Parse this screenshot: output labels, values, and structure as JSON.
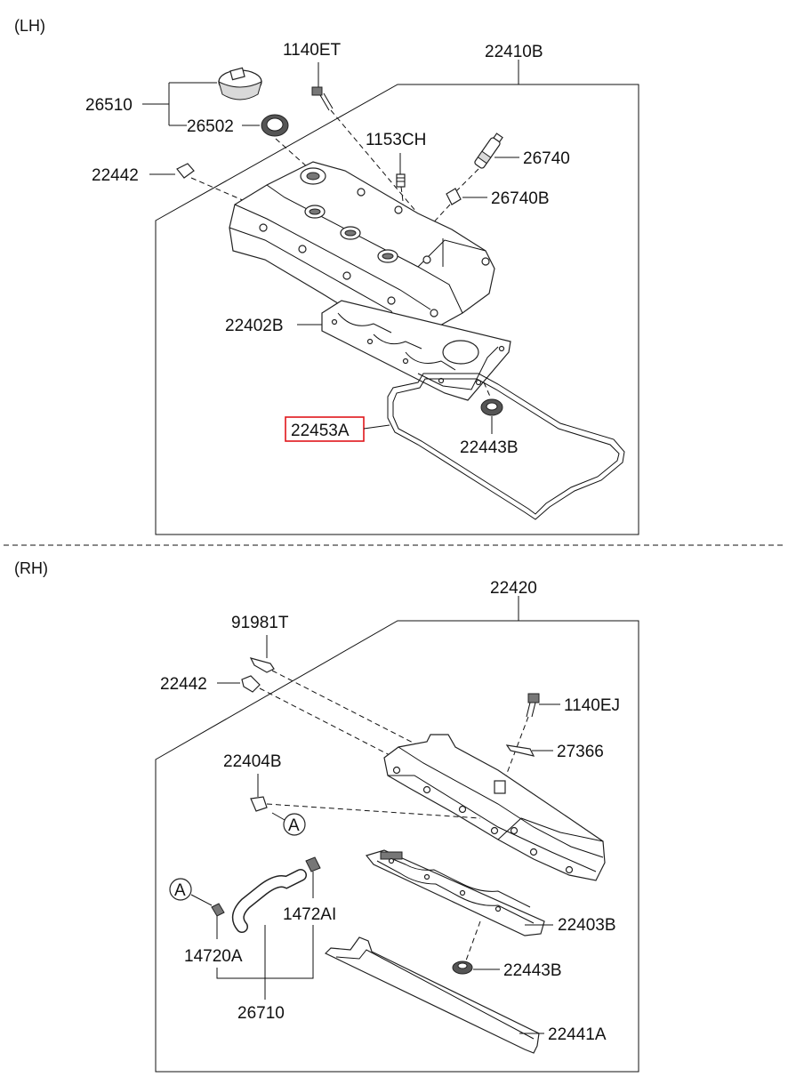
{
  "sections": {
    "lh": {
      "label": "(LH)"
    },
    "rh": {
      "label": "(RH)"
    }
  },
  "lh_parts": {
    "p22410B": "22410B",
    "p1140ET": "1140ET",
    "p26510": "26510",
    "p26502": "26502",
    "p1153CH": "1153CH",
    "p26740": "26740",
    "p22442": "22442",
    "p26740B": "26740B",
    "p22402B": "22402B",
    "p22453A": "22453A",
    "p22443B": "22443B"
  },
  "rh_parts": {
    "p22420": "22420",
    "p91981T": "91981T",
    "p22442": "22442",
    "p1140EJ": "1140EJ",
    "p27366": "27366",
    "p22404B": "22404B",
    "p14720A": "14720A",
    "p1472AI": "1472AI",
    "p22403B": "22403B",
    "p22443B": "22443B",
    "p26710": "26710",
    "p22441A": "22441A"
  },
  "ref_markers": {
    "a1": "A",
    "a2": "A"
  },
  "highlight": {
    "part": "22453A",
    "color": "#e0161b"
  }
}
